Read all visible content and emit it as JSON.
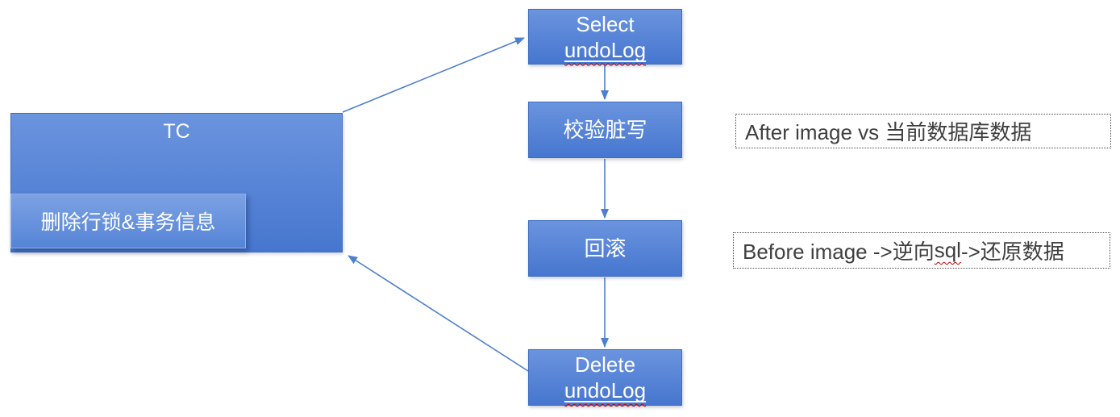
{
  "colors": {
    "node_fill_top": "#6B94DE",
    "node_fill_bottom": "#4676CF",
    "node_border": "#3E6DC1",
    "node_text": "#FFFFFF",
    "inner_fill_top": "#7DA2E4",
    "inner_fill_bottom": "#5584D6",
    "inner_border": "#8FB0E8",
    "connector": "#4E7FD0",
    "note_text": "#3F3F3F",
    "note_border": "#4A4A4A",
    "spellcheck_red": "#C00000",
    "canvas_bg": "#FFFFFF"
  },
  "tc": {
    "title": "TC",
    "inner_label": "删除行锁&事务信息"
  },
  "steps": {
    "select": {
      "line1": "Select",
      "line2": "undoLog"
    },
    "verify": {
      "label": "校验脏写"
    },
    "rollback": {
      "label": "回滚"
    },
    "delete": {
      "line1": "Delete",
      "line2": "undoLog"
    }
  },
  "notes": {
    "after": {
      "text": "After image vs 当前数据库数据"
    },
    "before": {
      "pre": "Before image ->逆向",
      "misspelled": "sql",
      "post": "->还原数据"
    }
  }
}
